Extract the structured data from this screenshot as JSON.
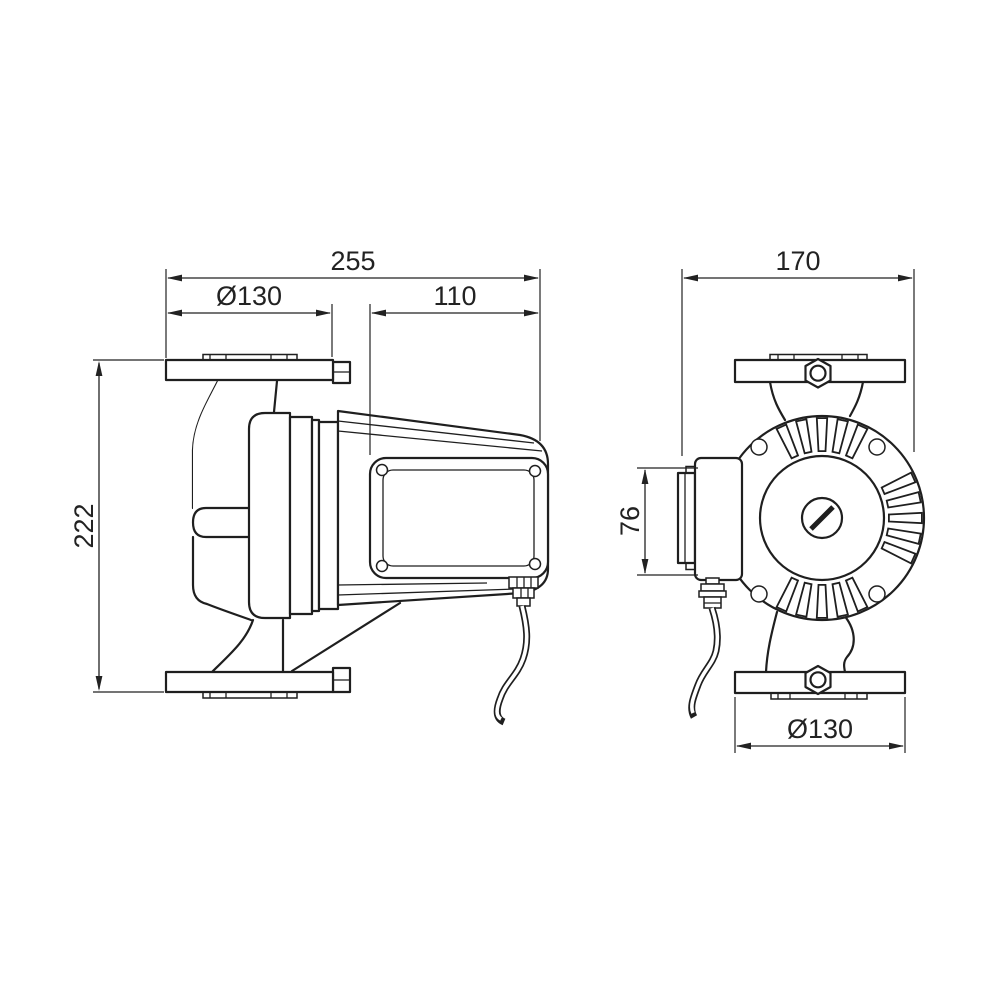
{
  "drawing": {
    "type": "technical-dimensional-drawing",
    "subject": "circulation-pump two-view drawing",
    "colors": {
      "line": "#1f1f1f",
      "text": "#222222",
      "background": "#ffffff"
    },
    "views": {
      "side_view": {
        "dimensions": {
          "overall_length": {
            "label": "255",
            "value": 255
          },
          "flange_diameter": {
            "label": "Ø130",
            "value": 130
          },
          "motor_box_length": {
            "label": "110",
            "value": 110
          },
          "overall_height": {
            "label": "222",
            "value": 222
          }
        }
      },
      "front_view": {
        "dimensions": {
          "overall_width": {
            "label": "170",
            "value": 170
          },
          "terminal_box_height": {
            "label": "76",
            "value": 76
          },
          "flange_diameter": {
            "label": "Ø130",
            "value": 130
          }
        }
      }
    }
  }
}
